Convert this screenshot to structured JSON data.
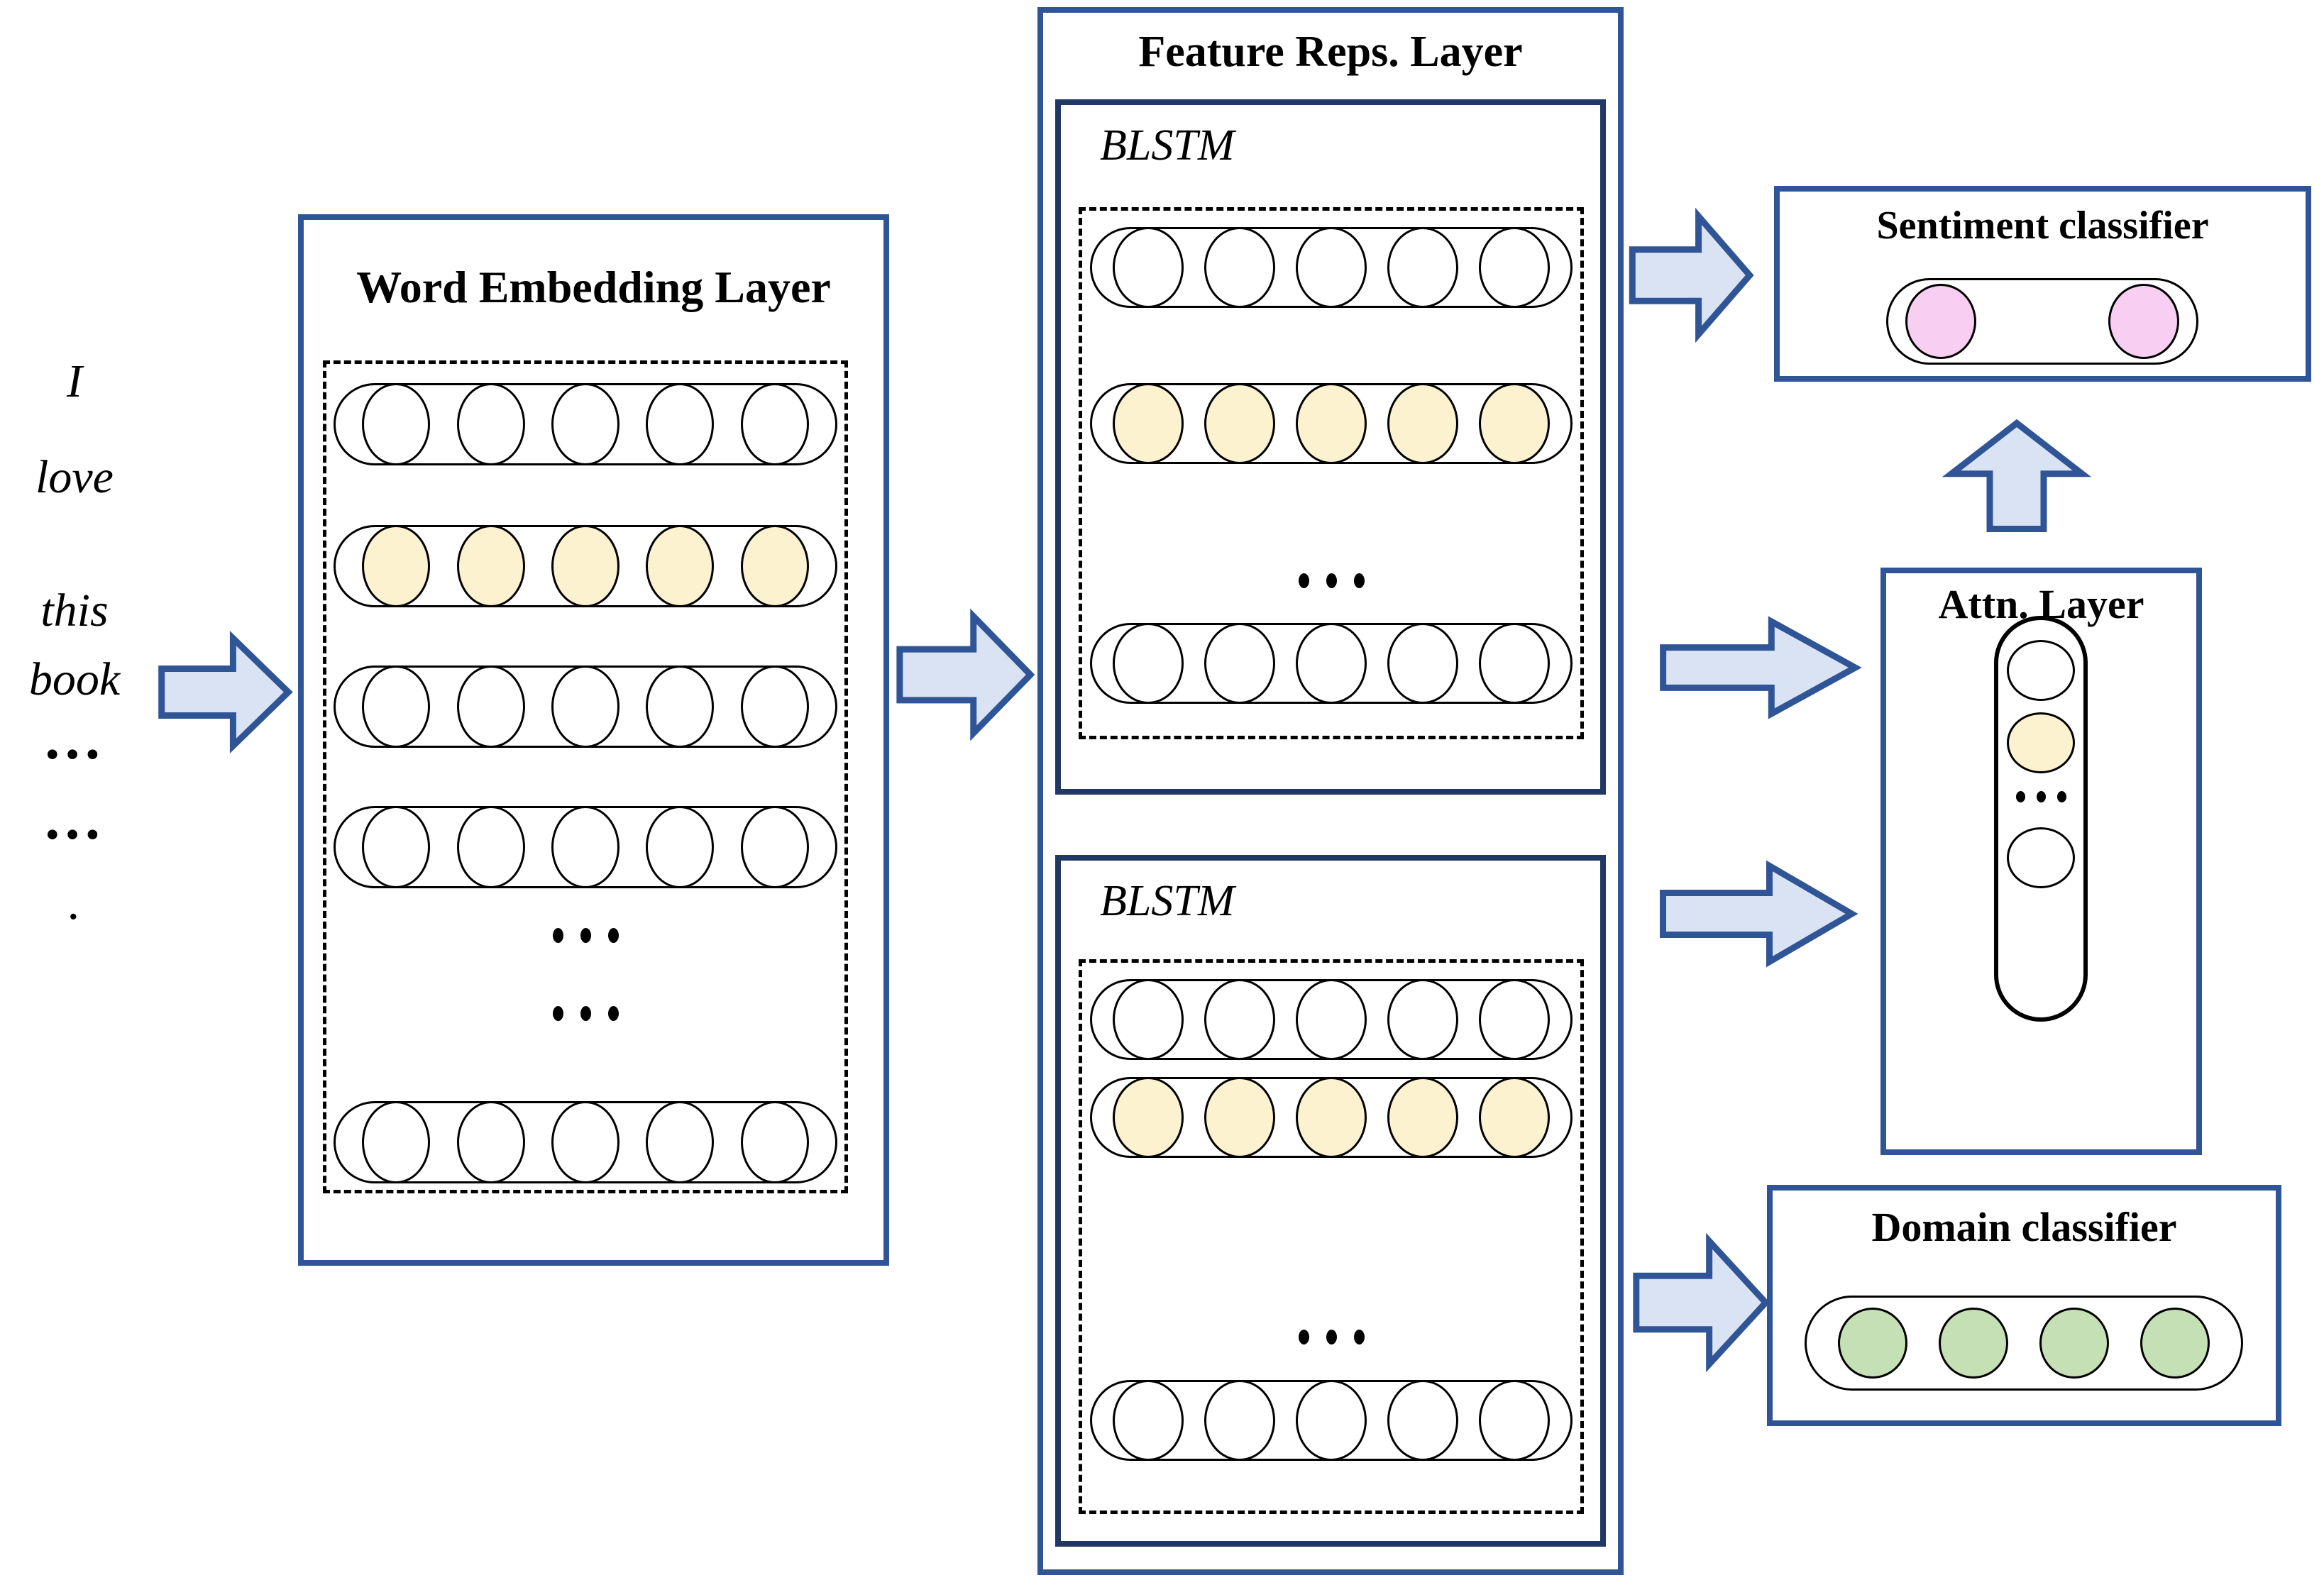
{
  "colors": {
    "accent": "#2F5597",
    "navy": "#1F3864",
    "arrow_fill": "#DAE3F3",
    "cream": "#FCF2CF",
    "pink": "#F9CEF3",
    "green": "#C5E0B4",
    "white": "#FFFFFF"
  },
  "dots_count": 3,
  "input_text": {
    "lines": [
      "I",
      "love",
      "this",
      "book",
      "…",
      "…",
      "."
    ]
  },
  "word_embedding": {
    "title": "Word Embedding Layer",
    "rows": [
      {
        "count": 5,
        "color": "#FFFFFF"
      },
      {
        "count": 5,
        "color": "#FCF2CF"
      },
      {
        "count": 5,
        "color": "#FFFFFF"
      },
      {
        "count": 5,
        "color": "#FFFFFF"
      }
    ],
    "bottom_row": {
      "count": 5,
      "color": "#FFFFFF"
    }
  },
  "feature_reps": {
    "title": "Feature Reps. Layer",
    "blstm_top": {
      "label": "BLSTM",
      "rows": [
        {
          "count": 5,
          "color": "#FFFFFF"
        },
        {
          "count": 5,
          "color": "#FCF2CF"
        }
      ],
      "bottom_row": {
        "count": 5,
        "color": "#FFFFFF"
      }
    },
    "blstm_bottom": {
      "label": "BLSTM",
      "rows": [
        {
          "count": 5,
          "color": "#FFFFFF"
        },
        {
          "count": 5,
          "color": "#FCF2CF"
        }
      ],
      "bottom_row": {
        "count": 5,
        "color": "#FFFFFF"
      }
    }
  },
  "attention": {
    "title": "Attn. Layer",
    "top_circles": [
      {
        "color": "#FFFFFF"
      },
      {
        "color": "#FCF2CF"
      }
    ],
    "bottom_circle": {
      "color": "#FFFFFF"
    }
  },
  "sentiment": {
    "title": "Sentiment classifier",
    "circles": [
      {
        "color": "#F9CEF3"
      },
      {
        "color": "#F9CEF3"
      }
    ]
  },
  "domain": {
    "title": "Domain classifier",
    "circles": {
      "count": 4,
      "color": "#C5E0B4"
    }
  }
}
